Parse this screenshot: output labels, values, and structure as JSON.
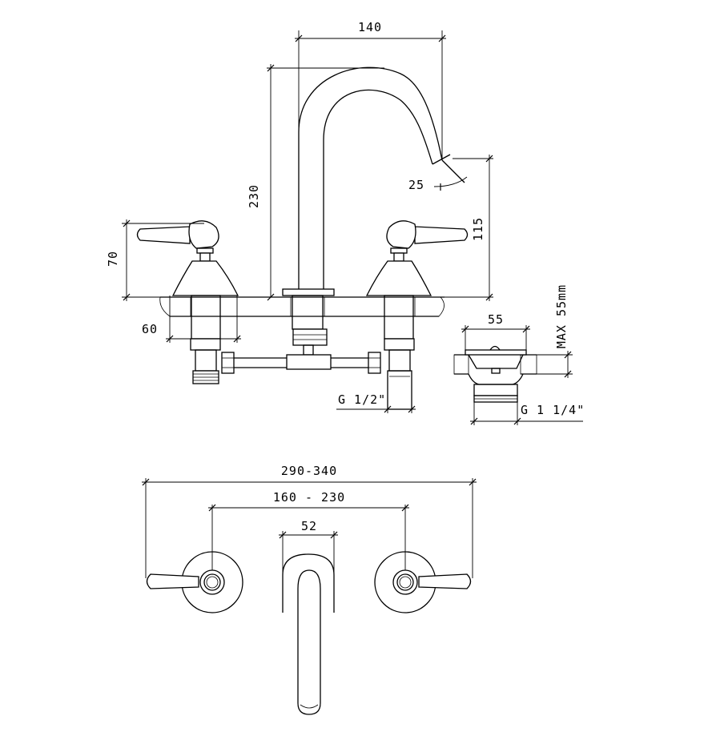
{
  "dimensions": {
    "spout_reach": "140",
    "spout_height": "230",
    "spout_angle": "25",
    "outlet_height": "115",
    "handle_height": "70",
    "shank_length": "60",
    "waste_width": "55",
    "max_thickness": "MAX 55mm",
    "valve_thread": "G 1/2\"",
    "waste_thread": "G 1 1/4\"",
    "overall_width": "290-340",
    "valve_centres": "160 - 230",
    "spout_base": "52"
  },
  "colors": {
    "line": "#000000",
    "background": "#ffffff"
  }
}
